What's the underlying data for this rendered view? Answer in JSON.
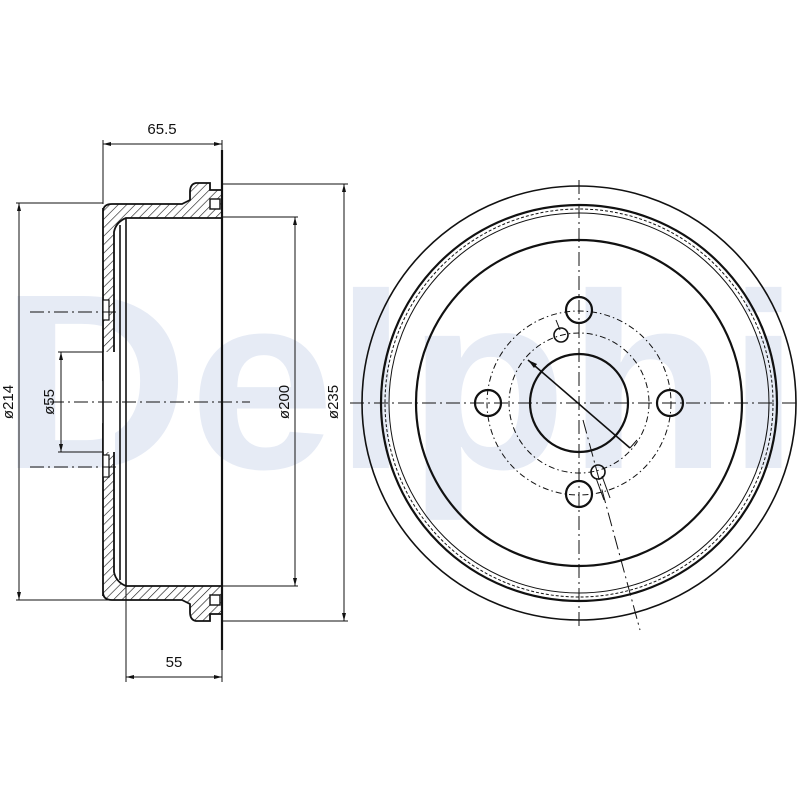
{
  "drawing": {
    "title": "Brake drum technical drawing",
    "watermark": {
      "text": "Delphi",
      "color": "#e6ebf5"
    },
    "line_color": "#111111",
    "background": "#ffffff"
  },
  "section_view": {
    "dimensions": {
      "overall_depth": "65.5",
      "inner_depth": "55",
      "flange_diameter": "ø214",
      "hub_bore_diameter": "ø55",
      "braking_surface_diameter": "ø200",
      "outer_diameter": "ø235"
    }
  },
  "front_view": {
    "bolt_holes": 4,
    "locating_holes": 2,
    "center_bore": true
  }
}
